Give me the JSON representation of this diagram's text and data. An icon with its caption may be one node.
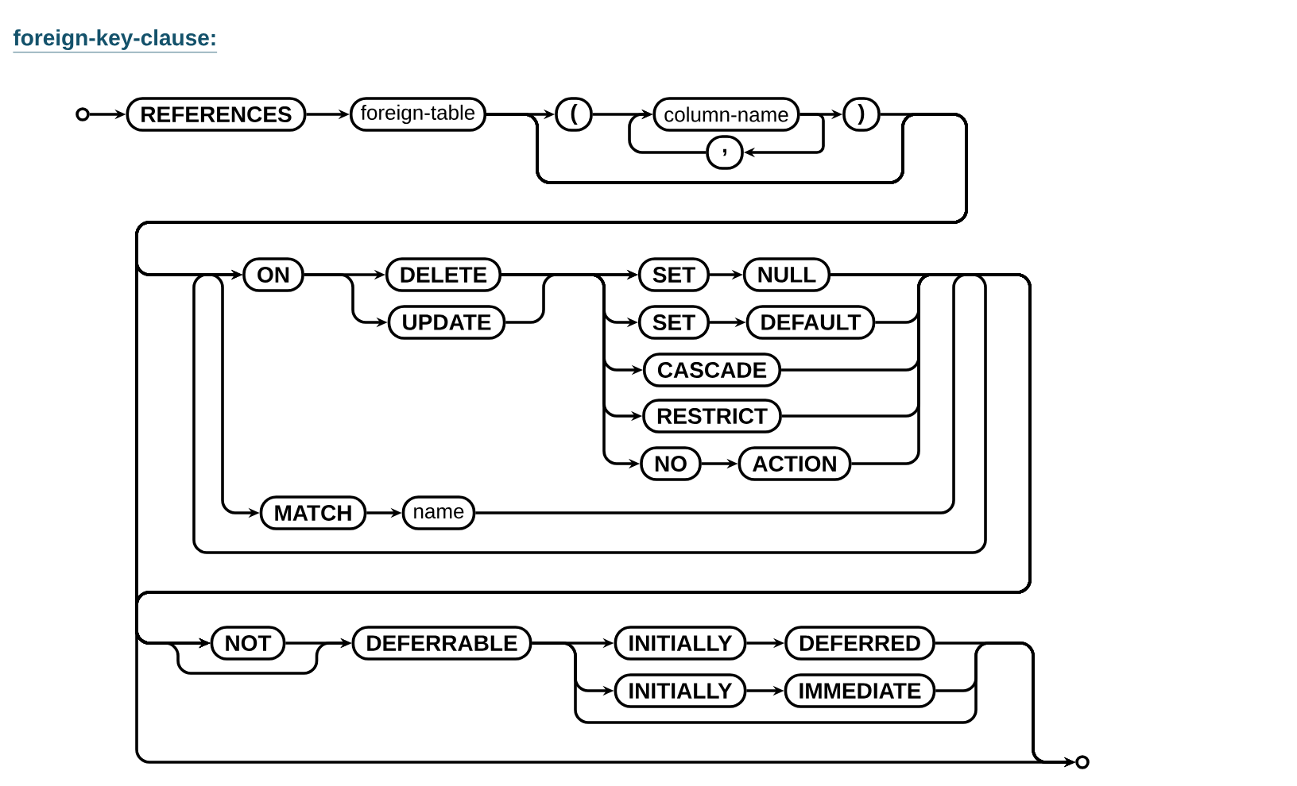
{
  "diagram": {
    "title": "foreign-key-clause:",
    "nodes": [
      {
        "text": [],
        "shape": "circle"
      },
      {
        "text": [
          "REFERENCES"
        ]
      },
      {
        "text": [
          "foreign-table"
        ]
      },
      {
        "text": [
          "("
        ]
      },
      {
        "text": [
          "column-name"
        ]
      },
      {
        "text": [
          ","
        ]
      },
      {
        "text": [
          ")"
        ]
      },
      {
        "text": [
          "ON"
        ]
      },
      {
        "text": [
          "DELETE"
        ]
      },
      {
        "text": [
          "UPDATE"
        ]
      },
      {
        "text": [
          "SET"
        ]
      },
      {
        "text": [
          "NULL"
        ]
      },
      {
        "text": [
          "SET"
        ]
      },
      {
        "text": [
          "DEFAULT"
        ]
      },
      {
        "text": [
          "CASCADE"
        ]
      },
      {
        "text": [
          "RESTRICT"
        ]
      },
      {
        "text": [
          "NO"
        ]
      },
      {
        "text": [
          "ACTION"
        ]
      },
      {
        "text": [
          "MATCH"
        ]
      },
      {
        "text": [
          "name"
        ]
      },
      {
        "text": [
          "NOT"
        ]
      },
      {
        "text": [
          "DEFERRABLE"
        ]
      },
      {
        "text": [
          "INITIALLY"
        ]
      },
      {
        "text": [
          "DEFERRED"
        ]
      },
      {
        "text": [
          "INITIALLY"
        ]
      },
      {
        "text": [
          "IMMEDIATE"
        ]
      },
      {
        "text": [],
        "shape": "circle"
      }
    ],
    "edges": [
      {
        "from": 0,
        "to": 1,
        "arrow": "to"
      },
      {
        "from": 1,
        "to": 2,
        "arrow": "to"
      },
      {
        "from": 2,
        "to": 3,
        "arrow": "to"
      },
      {
        "from": 3,
        "to": 4,
        "arrow": "to"
      },
      {
        "from": 4,
        "to": 6,
        "arrow": "to"
      },
      {
        "from": 4,
        "to": 5,
        "arrow": "to"
      },
      {
        "from": 5,
        "to": 4,
        "arrow": "to"
      },
      {
        "from": 2,
        "to": 7,
        "arrow": "to"
      },
      {
        "from": 6,
        "to": 7,
        "arrow": "to"
      },
      {
        "from": 2,
        "to": 20,
        "arrow": "to"
      },
      {
        "from": 2,
        "to": 21,
        "arrow": "to"
      },
      {
        "from": 2,
        "to": 26,
        "arrow": "to"
      },
      {
        "from": 7,
        "to": 8,
        "arrow": "to"
      },
      {
        "from": 7,
        "to": 9,
        "arrow": "to"
      },
      {
        "from": 8,
        "to": 10,
        "arrow": "to"
      },
      {
        "from": 9,
        "to": 10,
        "arrow": "to"
      },
      {
        "from": 8,
        "to": 12,
        "arrow": "to"
      },
      {
        "from": 8,
        "to": 14,
        "arrow": "to"
      },
      {
        "from": 8,
        "to": 15,
        "arrow": "to"
      },
      {
        "from": 8,
        "to": 16,
        "arrow": "to"
      },
      {
        "from": 10,
        "to": 11,
        "arrow": "to"
      },
      {
        "from": 12,
        "to": 13,
        "arrow": "to"
      },
      {
        "from": 16,
        "to": 17,
        "arrow": "to"
      },
      {
        "from": 11,
        "to": 20,
        "arrow": "to"
      },
      {
        "from": 13,
        "to": 20,
        "arrow": "to"
      },
      {
        "from": 14,
        "to": 20,
        "arrow": "to"
      },
      {
        "from": 15,
        "to": 20,
        "arrow": "to"
      },
      {
        "from": 17,
        "to": 20,
        "arrow": "to"
      },
      {
        "from": 11,
        "to": 7,
        "arrow": "to"
      },
      {
        "from": 2,
        "to": 18,
        "arrow": "to"
      },
      {
        "from": 18,
        "to": 19,
        "arrow": "to"
      },
      {
        "from": 19,
        "to": 20,
        "arrow": "to"
      },
      {
        "from": 20,
        "to": 21,
        "arrow": "to"
      },
      {
        "from": 21,
        "to": 22,
        "arrow": "to"
      },
      {
        "from": 21,
        "to": 24,
        "arrow": "to"
      },
      {
        "from": 21,
        "to": 26,
        "arrow": "to"
      },
      {
        "from": 22,
        "to": 23,
        "arrow": "to"
      },
      {
        "from": 24,
        "to": 25,
        "arrow": "to"
      },
      {
        "from": 23,
        "to": 26,
        "arrow": "to"
      },
      {
        "from": 25,
        "to": 26,
        "arrow": "to"
      }
    ]
  }
}
